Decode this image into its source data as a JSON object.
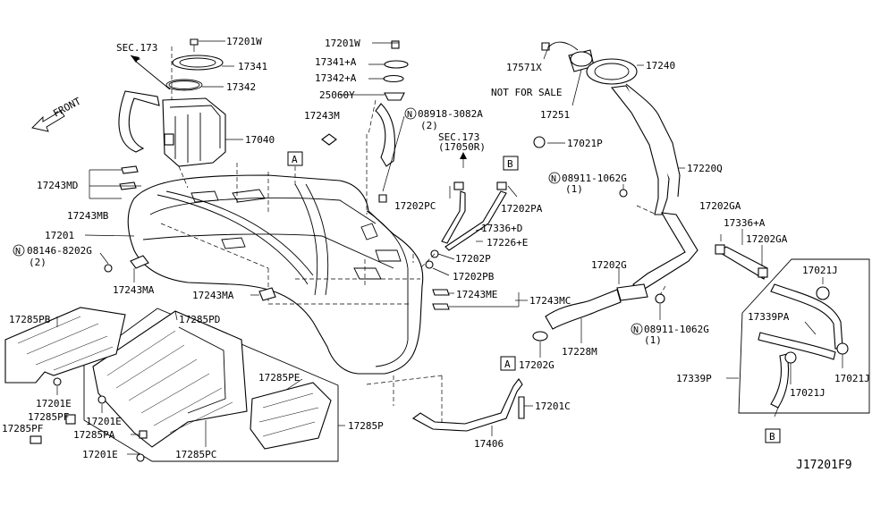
{
  "diagram_code": "J17201F9",
  "front_label": "FRONT",
  "labels": {
    "sec173_top": "SEC.173",
    "p17201w_a": "17201W",
    "p17341": "17341",
    "p17342": "17342",
    "p17040": "17040",
    "p17243m": "17243M",
    "p17201w_b": "17201W",
    "p17341a": "17341+A",
    "p17342a": "17342+A",
    "p25060y": "25060Y",
    "p08918": "08918-3082A",
    "p08918_qty": "(2)",
    "sec173_b": "SEC.173",
    "p17050r": "(17050R)",
    "p17571x": "17571X",
    "not_for_sale": "NOT FOR SALE",
    "p17251": "17251",
    "p17240": "17240",
    "p17021p": "17021P",
    "p17220q": "17220Q",
    "p08911_a": "08911-1062G",
    "p08911_a_qty": "(1)",
    "p17202gA": "17202GA",
    "p17336a": "17336+A",
    "p17202gA_b": "17202GA",
    "p17021j_a": "17021J",
    "p17243md": "17243MD",
    "p17243mb": "17243MB",
    "p17201": "17201",
    "p08146": "08146-8202G",
    "p08146_qty": "(2)",
    "p17243ma_a": "17243MA",
    "p17202pc": "17202PC",
    "p17202pa": "17202PA",
    "p17336d": "17336+D",
    "p17226e": "17226+E",
    "p17202p": "17202P",
    "p17202pb": "17202PB",
    "p17202g_a": "17202G",
    "p17243ma_b": "17243MA",
    "p17243me": "17243ME",
    "p17243mc": "17243MC",
    "p08911_b": "08911-1062G",
    "p08911_b_qty": "(1)",
    "p17228m": "17228M",
    "p17339pa": "17339PA",
    "p17021j_b": "17021J",
    "p17339p": "17339P",
    "p17021j_c": "17021J",
    "p17285pb": "17285PB",
    "p17285pd": "17285PD",
    "p17201e_a": "17201E",
    "p17285pf_a": "17285PF",
    "p17285pf_b": "17285PF",
    "p17201e_b": "17201E",
    "p17285pa": "17285PA",
    "p17201e_c": "17201E",
    "p17285pe": "17285PE",
    "p17285pc": "17285PC",
    "p17285p": "17285P",
    "p17202g_b": "17202G",
    "p17201c": "17201C",
    "p17406": "17406"
  },
  "ref_markers": {
    "A": "A",
    "B": "B",
    "N": "N"
  }
}
